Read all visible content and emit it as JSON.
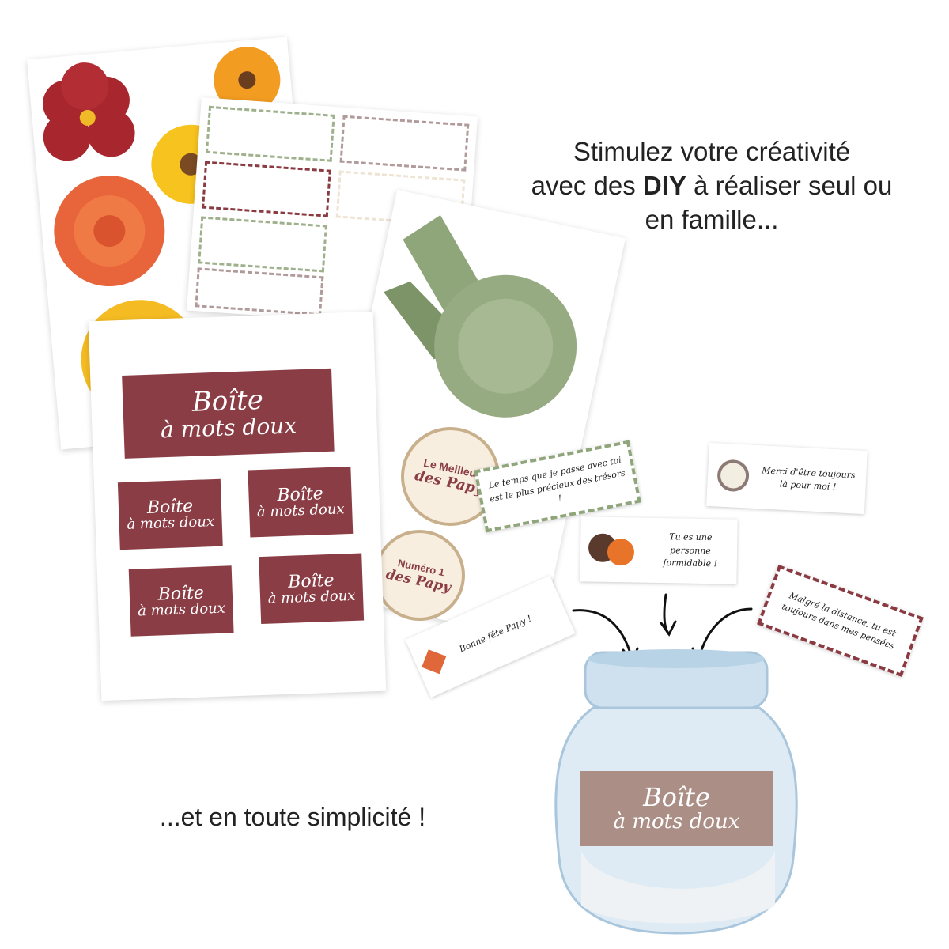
{
  "headline": {
    "line1": "Stimulez votre créativité",
    "line2_pre": "avec des ",
    "line2_bold": "DIY",
    "line2_post": " à réaliser seul ou",
    "line3": "en famille..."
  },
  "tagline": "...et en toute simplicité !",
  "label_sheet": {
    "main_line1": "Boîte",
    "main_line2": "à mots doux",
    "small_line1": "Boîte",
    "small_line2": "à mots doux"
  },
  "badges": [
    {
      "line1": "Le Meilleur",
      "line2": "des Papy"
    },
    {
      "line1": "Numéro 1",
      "line2": "des Papy"
    }
  ],
  "notes": [
    {
      "text": "Le temps que je passe avec toi est le plus précieux des trésors !",
      "icon": "none"
    },
    {
      "text": "Merci d'être toujours là pour moi !",
      "icon": "pocket-watch-icon"
    },
    {
      "text": "Tu es une personne formidable !",
      "icon": "buttons-icon"
    },
    {
      "text": "Malgré la distance, tu est toujours dans mes pensées",
      "icon": "none"
    },
    {
      "text": "Bonne fête Papy !",
      "icon": "kite-icon"
    }
  ],
  "jar": {
    "label_line1": "Boîte",
    "label_line2": "à mots doux"
  },
  "colors": {
    "maroon": "#8a3d45",
    "sage": "#8fa57a",
    "jar_label": "#ab8f86",
    "jar_glass": "#d5e6f2"
  }
}
